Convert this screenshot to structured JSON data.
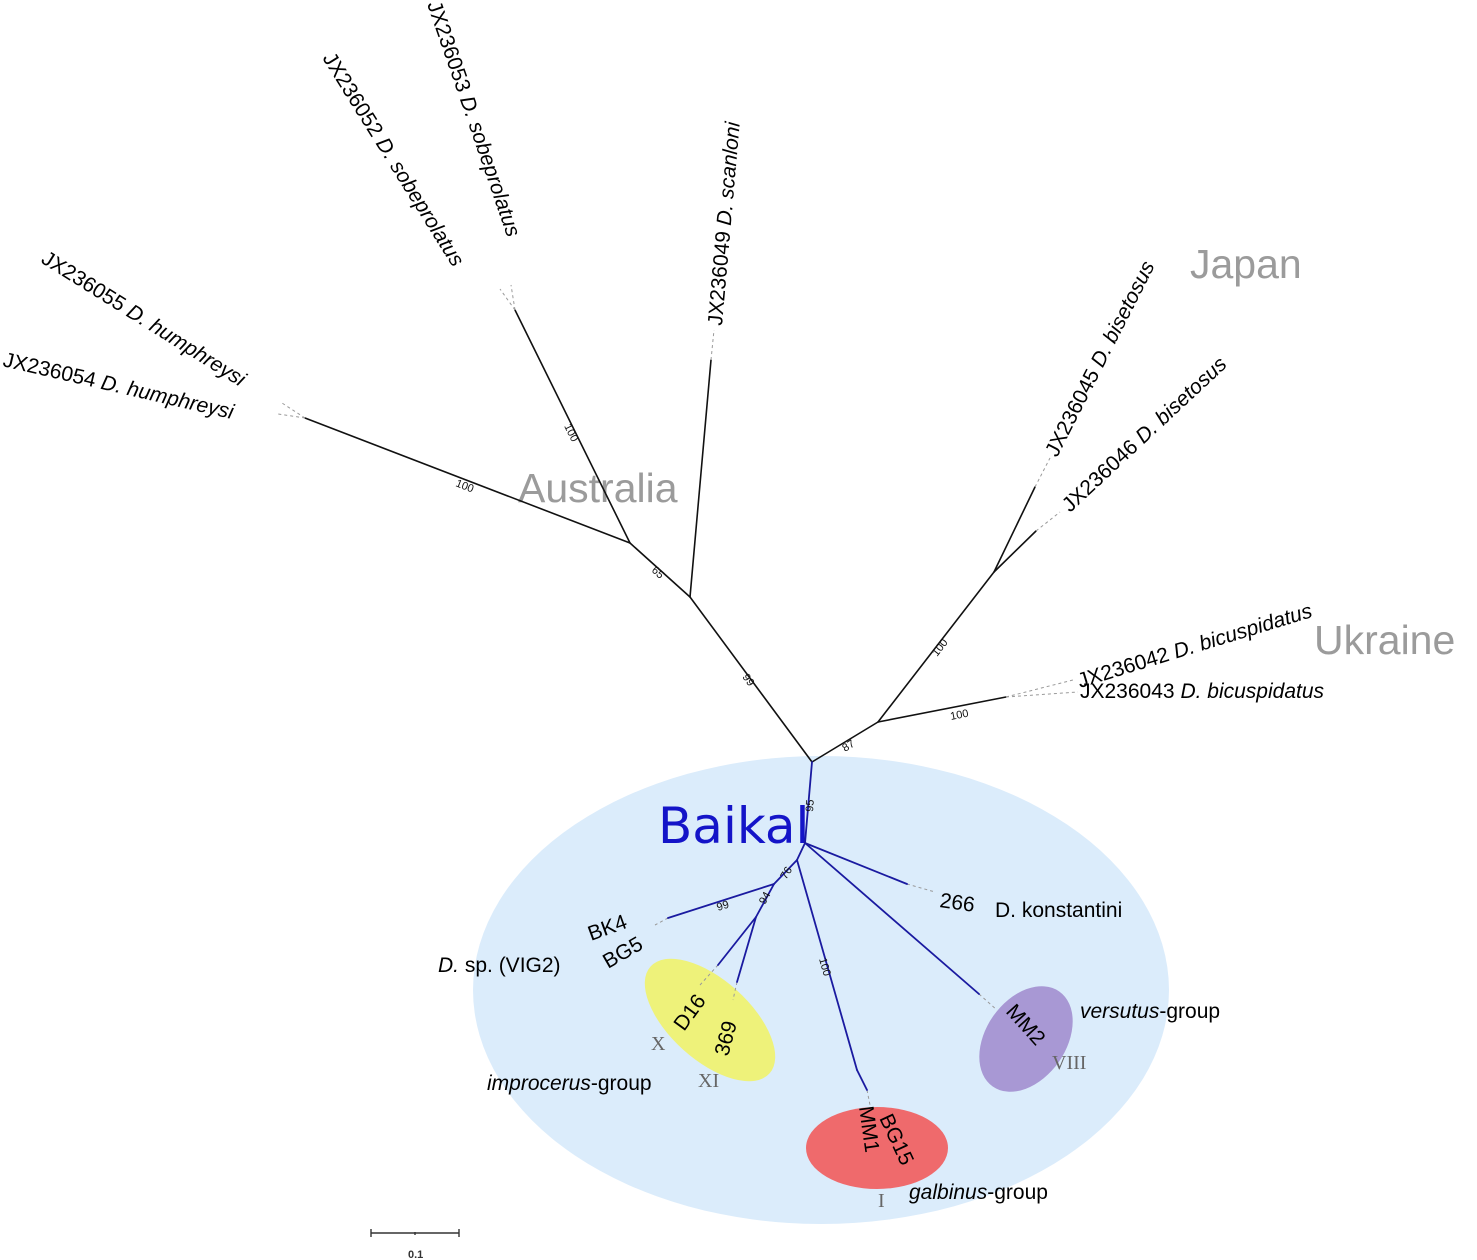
{
  "figure": {
    "type": "unrooted phylogenetic tree",
    "regions": {
      "australia": "Australia",
      "japan": "Japan",
      "ukraine": "Ukraine",
      "baikal": "Baikal"
    },
    "colors": {
      "baikal_ellipse": "#dbecfb",
      "baikal_text": "#1414c8",
      "baikal_branches": "#1a1aa0",
      "improcerus_ellipse": "#eef27a",
      "galbinus_ellipse": "#ef6a6c",
      "versutus_ellipse": "#a898d4",
      "region_label": "#9b9b9b",
      "roman_numeral": "#666666"
    },
    "leaves": [
      {
        "acc": "JX236055",
        "genus": "D.",
        "species": "humphreysi"
      },
      {
        "acc": "JX236054",
        "genus": "D.",
        "species": "humphreysi"
      },
      {
        "acc": "JX236052",
        "genus": "D.",
        "species": "sobeprolatus"
      },
      {
        "acc": "JX236053",
        "genus": "D.",
        "species": "sobeprolatus"
      },
      {
        "acc": "JX236049",
        "genus": "D.",
        "species": "scanloni"
      },
      {
        "acc": "JX236045",
        "genus": "D.",
        "species": "bisetosus"
      },
      {
        "acc": "JX236046",
        "genus": "D.",
        "species": "bisetosus"
      },
      {
        "acc": "JX236042",
        "genus": "D.",
        "species": "bicuspidatus"
      },
      {
        "acc": "JX236043",
        "genus": "D.",
        "species": "bicuspidatus"
      }
    ],
    "baikal_leaves": {
      "bk4": "BK4",
      "bg5": "BG5",
      "vig2_genus": "D.",
      "vig2_rest": "sp. (VIG2)",
      "d16": "D16",
      "n369": "369",
      "n266": "266",
      "konstantini_genus": "D.",
      "konstantini_species": "konstantini",
      "mm2": "MM2",
      "bg15": "BG15",
      "mm1": "MM1"
    },
    "groups": {
      "improcerus": {
        "italic": "improcerus",
        "suffix": "-group",
        "numerals": [
          "X",
          "XI"
        ]
      },
      "versutus": {
        "italic": "versutus",
        "suffix": "-group",
        "numerals": [
          "VIII"
        ]
      },
      "galbinus": {
        "italic": "galbinus",
        "suffix": "-group",
        "numerals": [
          "I"
        ]
      }
    },
    "bootstrap": {
      "humphreysi": "100",
      "sobeprolatus": "100",
      "australia_inner": "65",
      "australia_stem": "99",
      "japan_ukraine": "87",
      "bisetosus": "100",
      "bicuspidatus": "100",
      "baikal_stem": "95",
      "baikal_inner": "76",
      "vig2": "99",
      "improcerus": "94",
      "galbinus": "100"
    },
    "scale_bar": {
      "label": "0.1",
      "value": 0.1
    }
  }
}
